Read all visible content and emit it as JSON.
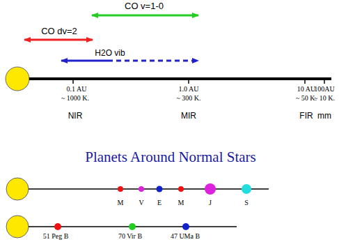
{
  "diagram": {
    "title": "Planets Around Normal Stars",
    "labels": [
      "CO v=1-0",
      "CO dv=2",
      "H2O vib",
      "0.1 AU",
      "~ 1000 K.",
      "1.0 AU",
      "~ 300 K.",
      "10 AU",
      "~ 50 K.",
      "100AU",
      "~ 10 K.",
      "NIR",
      "MIR",
      "FIR",
      "mm",
      "M",
      "V",
      "E",
      "M",
      "J",
      "S",
      "51 Peg B",
      "70 Vir B",
      "47 UMa B"
    ]
  }
}
